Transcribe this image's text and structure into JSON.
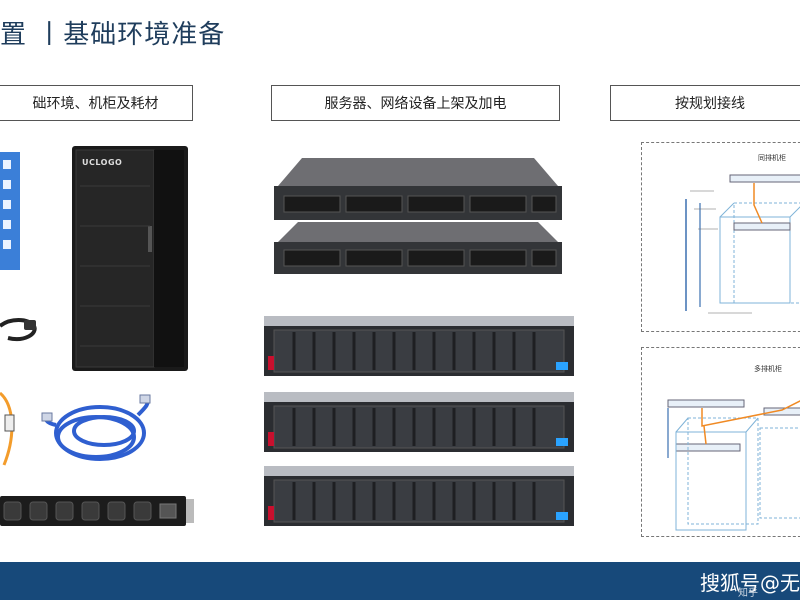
{
  "header": {
    "title": "置 丨基础环境准备"
  },
  "steps": [
    {
      "label": "础环境、机柜及耗材"
    },
    {
      "label": "服务器、网络设备上架及加电"
    },
    {
      "label": "按规划接线"
    }
  ],
  "rack": {
    "brand": "UCLOGO"
  },
  "diagrams": [
    {
      "label": "同排机柜"
    },
    {
      "label": "多排机柜"
    }
  ],
  "footer": {
    "watermark": "搜狐号@无",
    "sub": "知乎"
  },
  "colors": {
    "footer_bg": "#17497a",
    "title": "#1f3d5c",
    "cable_blue": "#2f5fd0",
    "wire_orange": "#f08a24"
  }
}
